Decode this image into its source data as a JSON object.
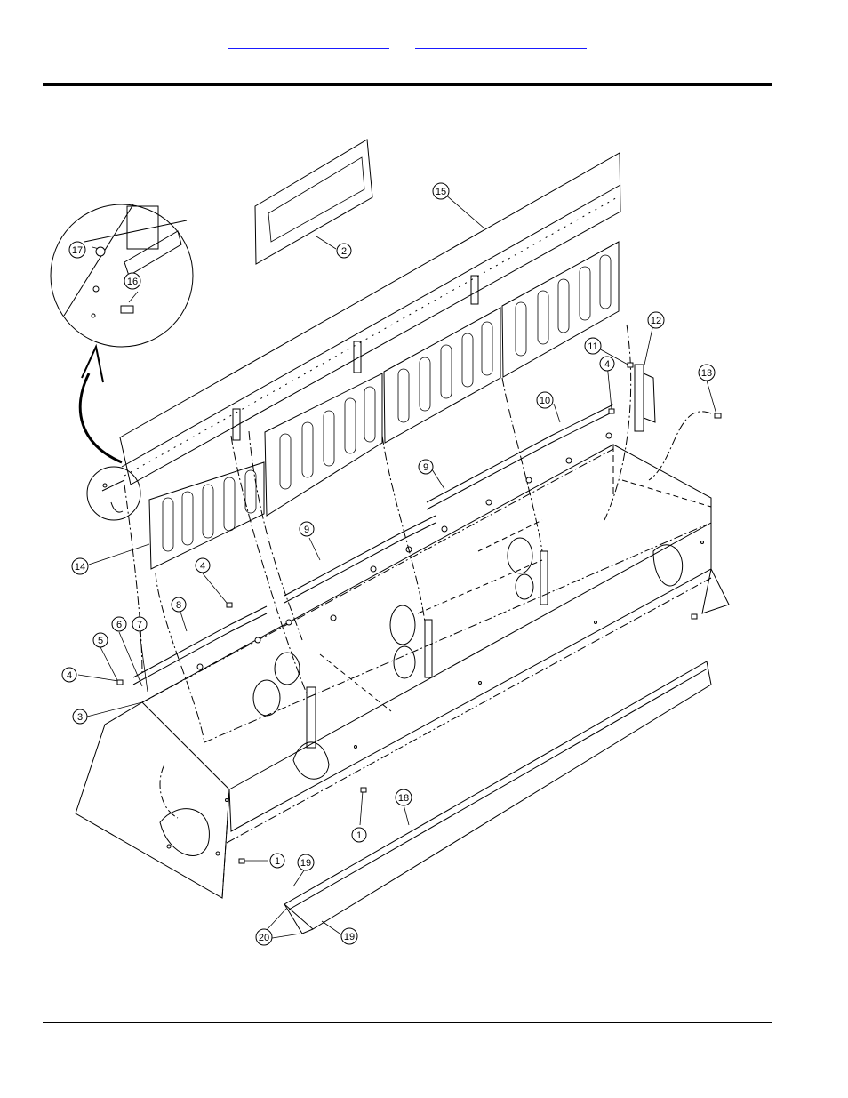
{
  "nav": {
    "link_1": "",
    "link_2": ""
  },
  "callouts": [
    {
      "id": "c1a",
      "label": "1"
    },
    {
      "id": "c1b",
      "label": "1"
    },
    {
      "id": "c2",
      "label": "2"
    },
    {
      "id": "c3",
      "label": "3"
    },
    {
      "id": "c4a",
      "label": "4"
    },
    {
      "id": "c4b",
      "label": "4"
    },
    {
      "id": "c4c",
      "label": "4"
    },
    {
      "id": "c5",
      "label": "5"
    },
    {
      "id": "c6",
      "label": "6"
    },
    {
      "id": "c7",
      "label": "7"
    },
    {
      "id": "c8",
      "label": "8"
    },
    {
      "id": "c9a",
      "label": "9"
    },
    {
      "id": "c9b",
      "label": "9"
    },
    {
      "id": "c10",
      "label": "10"
    },
    {
      "id": "c11",
      "label": "11"
    },
    {
      "id": "c12",
      "label": "12"
    },
    {
      "id": "c13",
      "label": "13"
    },
    {
      "id": "c14",
      "label": "14"
    },
    {
      "id": "c15",
      "label": "15"
    },
    {
      "id": "c16",
      "label": "16"
    },
    {
      "id": "c17",
      "label": "17"
    },
    {
      "id": "c18",
      "label": "18"
    },
    {
      "id": "c19a",
      "label": "19"
    },
    {
      "id": "c19b",
      "label": "19"
    },
    {
      "id": "c20",
      "label": "20"
    }
  ]
}
